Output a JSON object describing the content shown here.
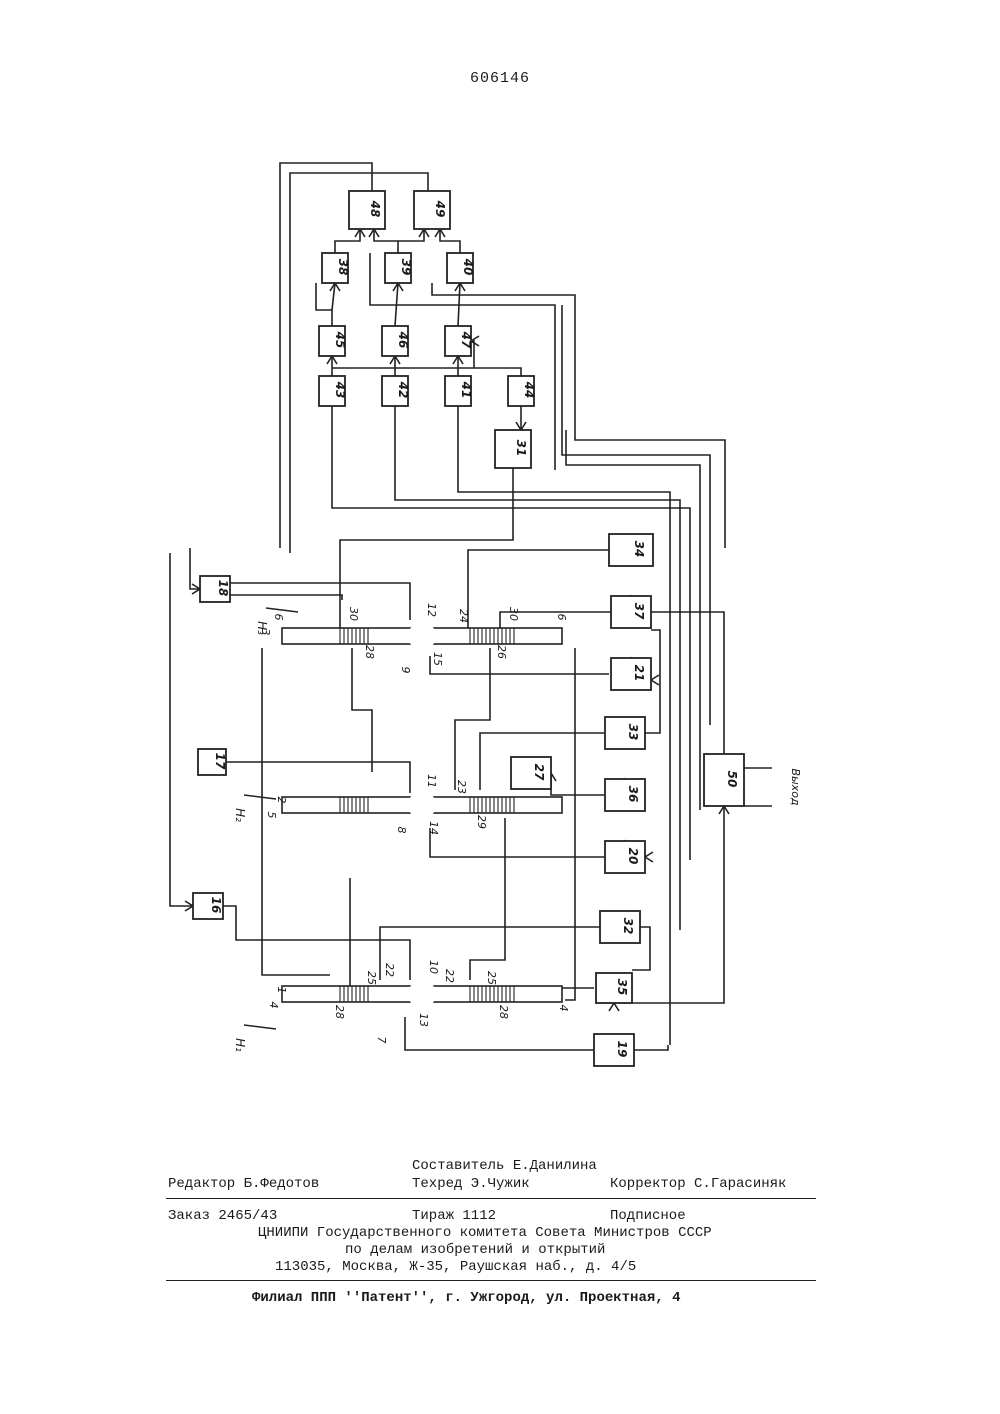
{
  "patent_number": "606146",
  "diagram": {
    "blocks": [
      "48",
      "49",
      "38",
      "39",
      "40",
      "45",
      "46",
      "47",
      "43",
      "42",
      "41",
      "44",
      "31",
      "18",
      "34",
      "37",
      "21",
      "17",
      "33",
      "27",
      "36",
      "20",
      "50",
      "16",
      "32",
      "35",
      "19"
    ],
    "rod_labels": {
      "rod3": [
        "3",
        "6",
        "6"
      ],
      "rod2": [
        "2",
        "5"
      ],
      "rod1": [
        "1",
        "4",
        "4"
      ]
    },
    "coil_labels": {
      "top": [
        "30",
        "12",
        "24",
        "30",
        "28",
        "26",
        "9",
        "15"
      ],
      "middle": [
        "11",
        "23",
        "8",
        "14",
        "29"
      ],
      "bottom": [
        "22",
        "10",
        "25",
        "22",
        "25",
        "28",
        "7",
        "13",
        "28"
      ]
    },
    "field_labels": [
      "H₃",
      "H₂",
      "H₁"
    ],
    "output_label": "Выход"
  },
  "footer": {
    "composer": "Составитель Е.Данилина",
    "editor": "Редактор Б.Федотов",
    "techred": "Техред Э.Чужик",
    "corrector": "Корректор С.Гарасиняк",
    "order": "Заказ 2465/43",
    "circulation": "Тираж 1112",
    "subscription": "Подписное",
    "org1": "ЦНИИПИ Государственного комитета Совета Министров СССР",
    "org2": "по делам изобретений и открытий",
    "address": "113035, Москва, Ж-35, Раушская наб., д. 4/5",
    "filial": "Филиал ППП ''Патент'', г. Ужгород, ул. Проектная, 4"
  }
}
